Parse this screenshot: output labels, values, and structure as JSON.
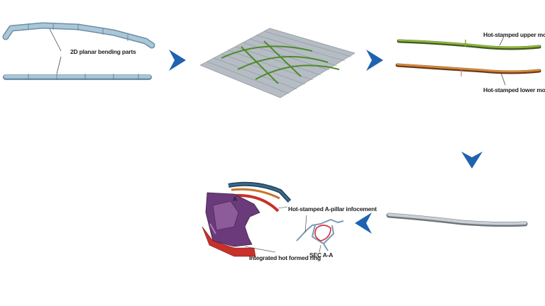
{
  "labels": {
    "planar_parts": "2D planar bending parts",
    "upper_mold": "Hot-stamped upper mold",
    "lower_mold": "Hot-stamped lower mold",
    "pillar": "Hot-stamped A-pillar infocement",
    "sec": "SEC A-A",
    "ring": "Integrated hot formed ring",
    "section_marker": "A"
  },
  "colors": {
    "arrow": "#1f63b0",
    "tube": "#8fb3c9",
    "mold_green": "#6a9a2a",
    "mold_orange": "#c8742a",
    "frame_purple": "#6b3a7a",
    "frame_red": "#c8302a"
  }
}
